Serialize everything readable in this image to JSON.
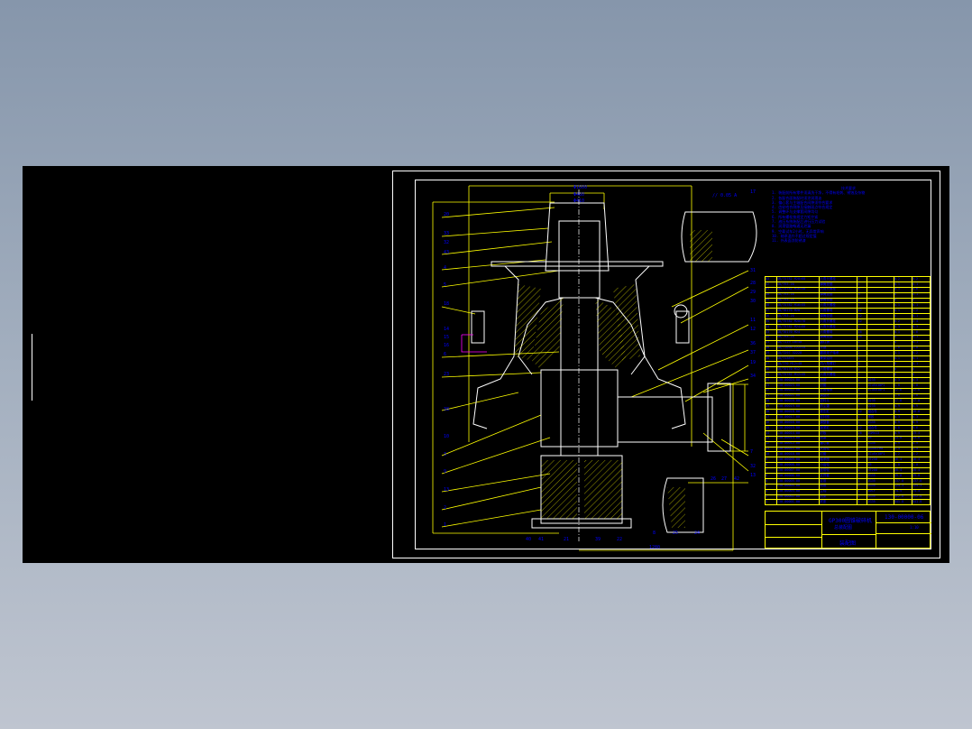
{
  "app": {
    "view": "CAD drawing preview",
    "background": "#000000",
    "colors": {
      "geometry": "#ffffff",
      "leaders": "#ffff00",
      "text": "#0000ff",
      "tolerance": "#ff00ff"
    }
  },
  "drawing": {
    "title": "GP300圆锥破碎机",
    "subtitle": "总装配图",
    "drawing_number": "130-00000-06",
    "title_block_label": "装配图",
    "notes_title": "技术要求",
    "notes": [
      "1. 装配前所有零件须清洗干净，不得有毛刺、锈蚀及杂物",
      "2. 各配合面装配时须涂润滑油",
      "3. 偏心套与主轴配合间隙须符合要求",
      "4. 齿轮啮合侧隙及接触斑点符合规定",
      "5. 调整环与支撑套间隙均匀",
      "6. 所有螺栓按规定力矩拧紧",
      "7. 液压系统装配后进行压力试验",
      "8. 润滑管路畅通无泄漏",
      "9. 空载试车2小时，无异常声响",
      "10. 轴承温升不超过规定值",
      "11. 外表面涂防锈漆"
    ],
    "balloons_left": [
      "20",
      "33",
      "32",
      "43",
      "4",
      "5",
      "18",
      "14",
      "15",
      "16",
      "6",
      "23",
      "38",
      "10",
      "3",
      "9",
      "13",
      "2",
      "1"
    ],
    "balloons_right": [
      "17",
      "31",
      "28",
      "29",
      "30",
      "11",
      "12",
      "36",
      "37",
      "19",
      "34",
      "7",
      "32",
      "13"
    ],
    "balloons_bottom": [
      "40",
      "41",
      "21",
      "39",
      "22",
      "8",
      "25",
      "24",
      "26",
      "27",
      "42"
    ],
    "dimensions": {
      "top_width": "Φ1600",
      "feed_opening_1": "Φ480",
      "feed_opening_2": "Φ410",
      "overall_height": "2264",
      "pulley_height": "Φ850",
      "bottom_span": "1280",
      "detail_gap": "0.4"
    }
  },
  "bom": {
    "rows": [
      [
        "43",
        "GB/T5782 M20×60",
        "六角头螺栓",
        "1",
        "",
        "0.2",
        "0.2"
      ],
      [
        "42",
        "GB/T93-20",
        "弹簧垫圈",
        "1",
        "",
        "0.1",
        "0.1"
      ],
      [
        "41",
        "GB/T5782 M16×50",
        "六角头螺栓",
        "6",
        "",
        "0.1",
        "0.6"
      ],
      [
        "40",
        "GB/T93-16",
        "弹簧垫圈",
        "6",
        "",
        "0",
        "0.1"
      ],
      [
        "39",
        "GB/T93-16",
        "弹簧垫圈",
        "1",
        "",
        "0",
        "0"
      ],
      [
        "38",
        "GB/T5782 M16×55",
        "六角头螺栓",
        "1",
        "",
        "0.1",
        "0.1"
      ],
      [
        "37",
        "GB/T6170 M20",
        "六角螺母",
        "12",
        "",
        "0.1",
        "1.2"
      ],
      [
        "36",
        "GB/T93-20",
        "弹簧垫圈",
        "12",
        "",
        "0",
        "0.1"
      ],
      [
        "35",
        "GB/T5782 M20×70",
        "六角头螺栓",
        "12",
        "",
        "0.2",
        "2.4"
      ],
      [
        "34",
        "GB/T5782 M24×80",
        "六角头螺栓",
        "1",
        "",
        "0.3",
        "0.3"
      ],
      [
        "33",
        "GB/T6170 M24",
        "六角螺母",
        "16",
        "",
        "0.1",
        "1.6"
      ],
      [
        "32",
        "GB/T93-24",
        "弹簧垫圈",
        "16",
        "",
        "0",
        "0.1"
      ],
      [
        "31",
        "GB/T119 10×40",
        "圆柱销",
        "4",
        "",
        "0",
        "0.1"
      ],
      [
        "30",
        "GB/T1096 C22×14",
        "平键",
        "1",
        "",
        "1.0",
        "1.0"
      ],
      [
        "29",
        "GB/T297 32228",
        "圆锥滚子轴承",
        "2",
        "",
        "3.1",
        "6.2"
      ],
      [
        "28",
        "GB/T13871",
        "骨架油封",
        "1",
        "",
        "0.1",
        "0.1"
      ],
      [
        "27",
        "GB/T70 M12×40",
        "内六角螺钉",
        "8",
        "",
        "0",
        "0.1"
      ],
      [
        "26",
        "GB/T6170 M12",
        "六角螺母",
        "1",
        "",
        "0",
        "0"
      ],
      [
        "25",
        "GB/T5782 M12×45",
        "六角头螺栓",
        "1",
        "",
        "0",
        "0"
      ],
      [
        "24",
        "130-00024-00",
        "挡圈",
        "1",
        "Q235",
        "0.3",
        "0.3"
      ],
      [
        "23",
        "130-00023-00",
        "衬套",
        "1",
        "ZCuSn10P1",
        "1.0",
        "1.0"
      ],
      [
        "22",
        "130-00022-00",
        "止推轴承",
        "1",
        "ZCuSn10P1",
        "12.6",
        "12.6"
      ],
      [
        "21",
        "130-00021-00",
        "调整环",
        "1",
        "",
        "1.0",
        "1.0"
      ],
      [
        "20",
        "130-00020-00",
        "进料斗",
        "1",
        "Q235",
        "17.8",
        "17.8"
      ],
      [
        "19",
        "130-00019-00",
        "防尘罩",
        "1",
        "Q235",
        "0.9",
        "0.9"
      ],
      [
        "18",
        "130-00018-00",
        "液压缸",
        "12",
        "组合件",
        "0.9",
        "10.8"
      ],
      [
        "17",
        "130-00017-00",
        "密封圈",
        "1",
        "橡胶",
        "0.3",
        "0.3"
      ],
      [
        "16",
        "130-00016-00",
        "调整套",
        "1",
        "ZG35",
        "0.9",
        "0.9"
      ],
      [
        "15",
        "130-00015-00",
        "锁紧缸",
        "12",
        "组合件",
        "0.8",
        "9.6"
      ],
      [
        "14",
        "130-00014-00",
        "衬板",
        "26",
        "ZGMn13",
        "0.9",
        "23.4"
      ],
      [
        "13",
        "130-00013-00",
        "活塞",
        "1",
        "45",
        "23.8",
        "23.8"
      ],
      [
        "12",
        "130-00012-00",
        "偏心套",
        "1",
        "ZG35",
        "8.9",
        "8.9"
      ],
      [
        "11",
        "130-00011-00",
        "大齿轮",
        "1",
        "ZG35CrMo",
        "5.4",
        "5.4"
      ],
      [
        "10",
        "130-00010-00",
        "衬套",
        "1",
        "ZCuSn10P1",
        "3.2",
        "3.2"
      ],
      [
        "9",
        "130-00009-00",
        "轴承座",
        "1",
        "HT250",
        "16.4",
        "16.4"
      ],
      [
        "8",
        "130-00008-00",
        "小齿轮",
        "1",
        "45",
        "1.0",
        "1.0"
      ],
      [
        "7",
        "130-00007-00",
        "皮带轮",
        "1",
        "HT200",
        "28.4",
        "28.4"
      ],
      [
        "6",
        "130-00006-00",
        "支撑套",
        "1",
        "ZG35",
        "29.8",
        "29.8"
      ],
      [
        "5",
        "130-00005-00",
        "定锥",
        "1",
        "ZG35",
        "137.8",
        "137.8"
      ],
      [
        "4",
        "130-00004-00",
        "动锥",
        "1",
        "ZG35",
        "124.3",
        "124.3"
      ],
      [
        "3",
        "130-00003-00",
        "主轴",
        "1",
        "40Cr",
        "74.5",
        "74.5"
      ],
      [
        "2",
        "130-00002-00",
        "机架",
        "1",
        "ZG35",
        "412.8",
        "412.8"
      ],
      [
        "1",
        "130-00001-00",
        "底座",
        "1",
        "ZG35",
        "541.8",
        "541.8"
      ]
    ],
    "header": [
      "序号",
      "代号",
      "名称",
      "数量",
      "材料",
      "单重",
      "总重"
    ]
  },
  "title_block": {
    "labels": [
      "标记",
      "处数",
      "分区",
      "更改文件号",
      "签名",
      "年月日",
      "设计",
      "标准化",
      "审核",
      "工艺",
      "批准",
      "阶段标记",
      "重量",
      "比例",
      "共 张",
      "第 张"
    ],
    "scale": "1:10"
  }
}
